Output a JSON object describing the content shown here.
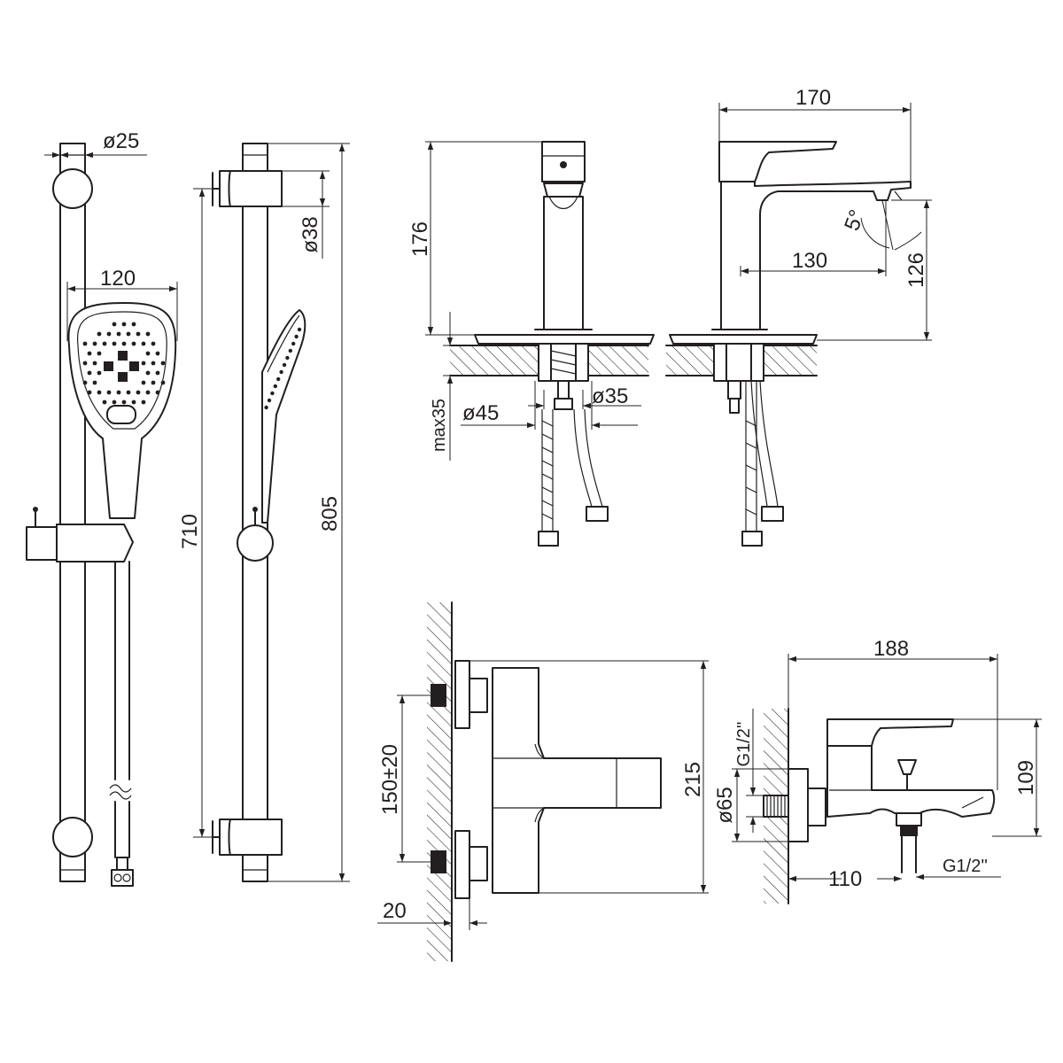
{
  "shower_set": {
    "bar_diameter": "ø25",
    "bracket_diameter": "ø38",
    "head_width": "120",
    "bracket_spacing": "710",
    "total_height": "805"
  },
  "basin_mixer": {
    "height": "176",
    "width": "170",
    "spout_reach": "130",
    "spout_height": "126",
    "spout_angle": "5°",
    "max_deck": "max35",
    "base_diameter": "ø45",
    "hole_diameter": "ø35"
  },
  "bath_mixer": {
    "inlet_spacing": "150±20",
    "wall_offset": "20",
    "front_height": "215",
    "side_width": "188",
    "side_height": "109",
    "thread_top": "G1/2''",
    "flange_diameter": "ø65",
    "spout_reach": "110",
    "thread_outlet": "G1/2''"
  }
}
